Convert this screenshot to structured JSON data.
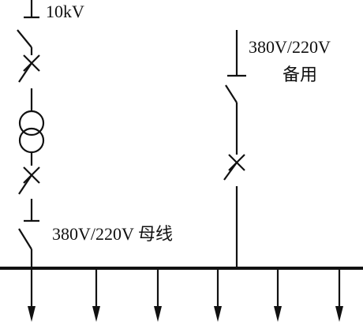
{
  "labels": {
    "source_voltage": "10kV",
    "standby_voltage": "380V/220V",
    "standby_text": "备用",
    "busbar_label": "380V/220V 母线"
  },
  "outgoing_feeders": 6,
  "colors": {
    "line": "#111111",
    "background": "#ffffff"
  }
}
